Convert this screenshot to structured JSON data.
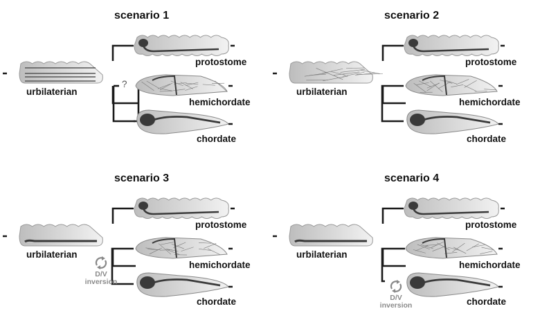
{
  "figure": {
    "panels": [
      {
        "title": "scenario 1",
        "ancestor": {
          "label": "urbilaterian",
          "pattern": "longitudinal-stripes"
        },
        "taxa": [
          {
            "label": "protostome"
          },
          {
            "label": "hemichordate"
          },
          {
            "label": "chordate"
          }
        ],
        "uncertain_marker": "?",
        "inversion": null
      },
      {
        "title": "scenario 2",
        "ancestor": {
          "label": "urbilaterian",
          "pattern": "diffuse-net"
        },
        "taxa": [
          {
            "label": "protostome"
          },
          {
            "label": "hemichordate"
          },
          {
            "label": "chordate"
          }
        ],
        "uncertain_marker": null,
        "inversion": null
      },
      {
        "title": "scenario 3",
        "ancestor": {
          "label": "urbilaterian",
          "pattern": "ventral-cord"
        },
        "taxa": [
          {
            "label": "protostome"
          },
          {
            "label": "hemichordate"
          },
          {
            "label": "chordate"
          }
        ],
        "uncertain_marker": null,
        "inversion": {
          "line1": "D/V",
          "line2": "inversion",
          "position": "deuterostome-stem",
          "icon": "rotation-arrows-icon"
        }
      },
      {
        "title": "scenario 4",
        "ancestor": {
          "label": "urbilaterian",
          "pattern": "ventral-cord"
        },
        "taxa": [
          {
            "label": "protostome"
          },
          {
            "label": "hemichordate"
          },
          {
            "label": "chordate"
          }
        ],
        "uncertain_marker": null,
        "inversion": {
          "line1": "D/V",
          "line2": "inversion",
          "position": "chordate-branch",
          "icon": "rotation-arrows-icon"
        }
      }
    ],
    "colors": {
      "body_fill_light": "#f2f2f2",
      "body_fill_dark": "#bdbdbd",
      "nerve": "#555555",
      "brain": "#3a3a3a",
      "tree_line": "#1a1a1a",
      "inversion_text": "#8a8a8a"
    }
  }
}
